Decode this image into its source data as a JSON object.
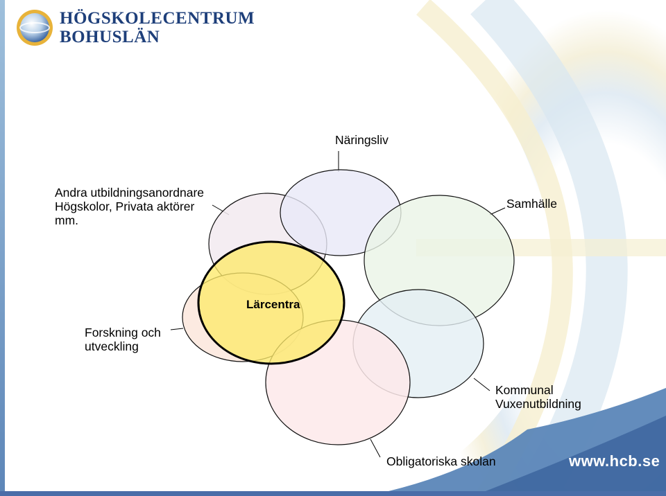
{
  "logo": {
    "line1": "HÖGSKOLECENTRUM",
    "line2": "BOHUSLÄN"
  },
  "url": "www.hcb.se",
  "center": {
    "label": "Lärcentra",
    "color": "#fde96a"
  },
  "nodes": {
    "naringsliv": "Näringsliv",
    "samhalle": "Samhälle",
    "andra": "Andra utbildningsanordnare\nHögskolor, Privata aktörer\nmm.",
    "forskning": "Forskning och\nutveckling",
    "kommunal": "Kommunal\nVuxenutbildning",
    "obligatoriska": "Obligatoriska skolan"
  },
  "colors": {
    "brand_blue": "#1e3f7a",
    "logo_gold": "#e8b33a",
    "frame_blue": "#4a6da8"
  }
}
